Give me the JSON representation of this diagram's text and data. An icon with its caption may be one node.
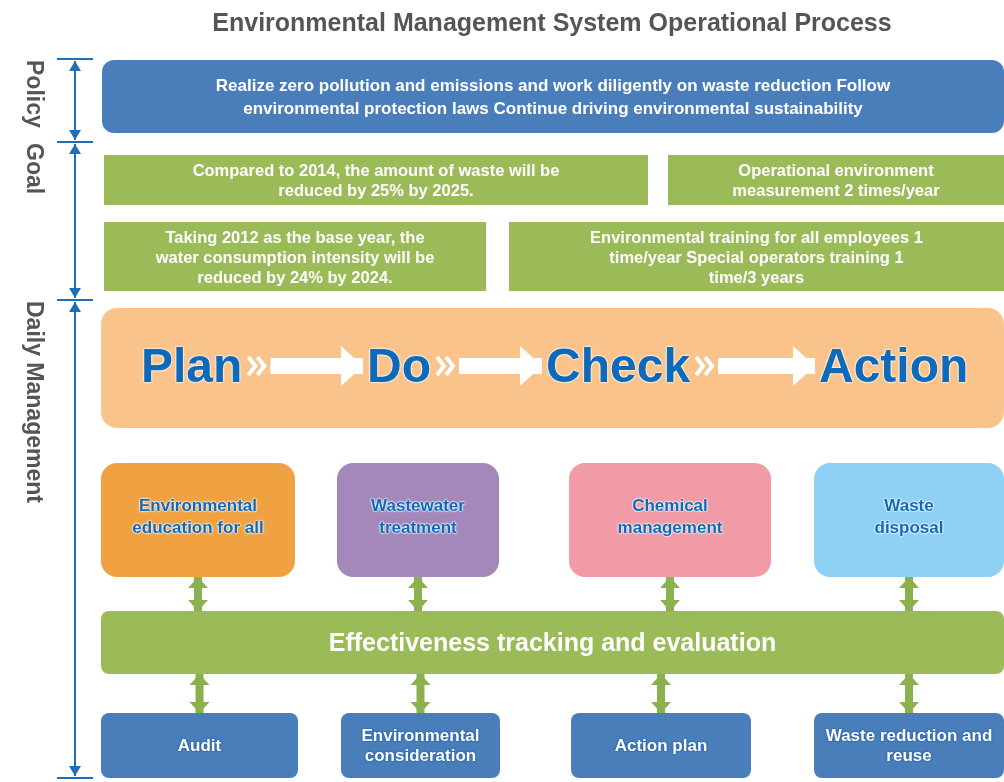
{
  "diagram": {
    "title": "Environmental Management System Operational Process",
    "nodes": [
      {
        "text": [
          "Realize zero pollution and emissions and work diligently on waste reduction Follow environmental protection laws Continue driving environmental sustainability"
        ]
      },
      {
        "text": [
          "Compared to 2014, the amount of waste will be reduced by 25% by 2025."
        ]
      },
      {
        "text": [
          "Operational environment measurement 2 times/year"
        ]
      },
      {
        "text": [
          "Taking 2012 as the base year, the water consumption intensity will be reduced by 24% by 2024."
        ]
      },
      {
        "text": [
          "Environmental training for all employees 1 time/year Special operators training 1 time/3 years"
        ]
      },
      {
        "text": [],
        "shape": "box"
      },
      {
        "text": [
          "Plan"
        ],
        "in": 5
      },
      {
        "text": [
          "Do"
        ],
        "in": 5
      },
      {
        "text": [
          "Check"
        ],
        "in": 5
      },
      {
        "text": [
          "Action"
        ],
        "in": 5
      },
      {
        "text": [
          "Environmental education for all"
        ]
      },
      {
        "text": [
          "Wastewater treatment"
        ]
      },
      {
        "text": [
          "Chemical management"
        ]
      },
      {
        "text": [
          "Waste disposal"
        ]
      },
      {
        "text": [
          "Effectiveness tracking and evaluation"
        ]
      },
      {
        "text": [
          "Audit"
        ]
      },
      {
        "text": [
          "Environmental consideration"
        ]
      },
      {
        "text": [
          "Action plan"
        ]
      },
      {
        "text": [
          "Waste reduction and reuse"
        ]
      }
    ],
    "edges": [
      {
        "from": 6,
        "to": 7,
        "arrow": "to",
        "style": "thick",
        "color": "#ffffff"
      },
      {
        "from": 7,
        "to": 8,
        "arrow": "to",
        "style": "thick",
        "color": "#ffffff"
      },
      {
        "from": 8,
        "to": 9,
        "arrow": "to",
        "style": "thick",
        "color": "#ffffff"
      },
      {
        "from": 10,
        "to": 14,
        "arrow": "both"
      },
      {
        "from": 11,
        "to": 14,
        "arrow": "both"
      },
      {
        "from": 12,
        "to": 14,
        "arrow": "both"
      },
      {
        "from": 13,
        "to": 14,
        "arrow": "both"
      },
      {
        "from": 14,
        "to": 15,
        "arrow": "both"
      },
      {
        "from": 14,
        "to": 16,
        "arrow": "both"
      },
      {
        "from": 14,
        "to": 17,
        "arrow": "both"
      },
      {
        "from": 14,
        "to": 18,
        "arrow": "both"
      }
    ],
    "labels": [
      "Policy",
      "Goal",
      "Daily Management"
    ]
  }
}
